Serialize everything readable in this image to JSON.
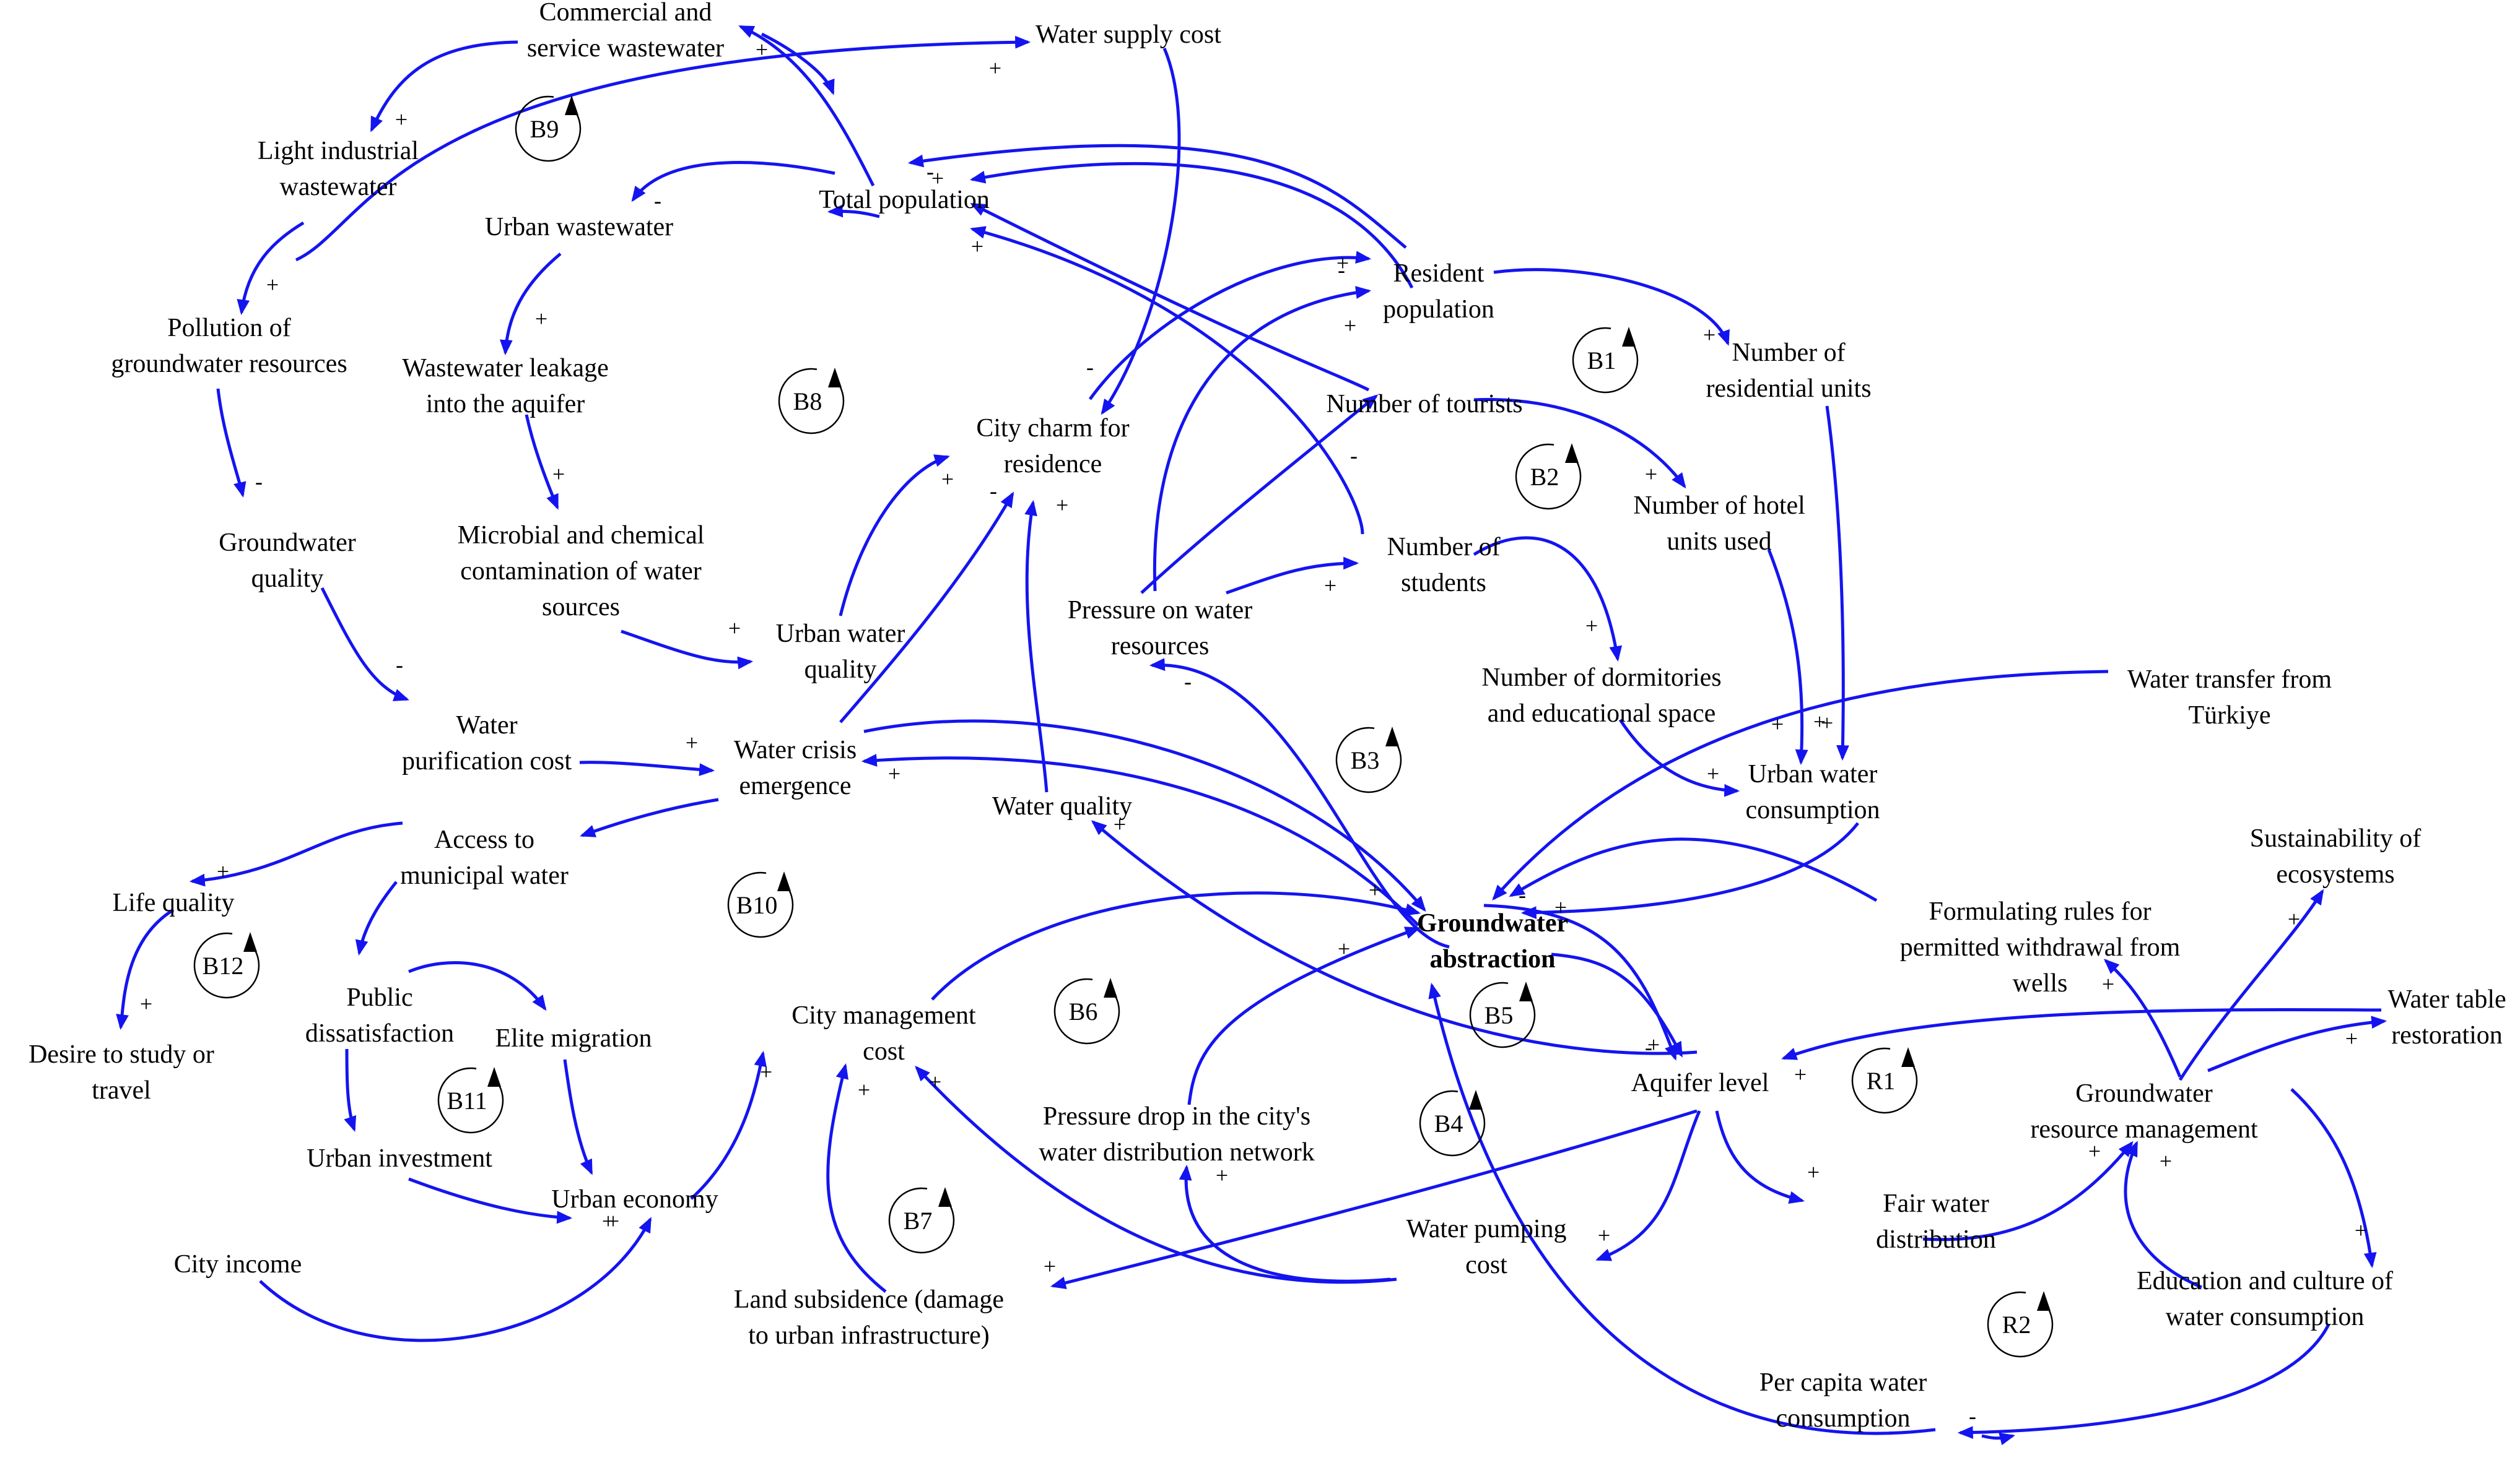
{
  "colors": {
    "arrow": "#1414f0",
    "text": "#000000",
    "background": "#ffffff"
  },
  "nodes": [
    {
      "id": "commercial",
      "lines": [
        "Commercial and",
        "service wastewater"
      ]
    },
    {
      "id": "water-supply-cost",
      "lines": [
        "Water supply cost"
      ]
    },
    {
      "id": "light-industrial",
      "lines": [
        "Light industrial",
        "wastewater"
      ]
    },
    {
      "id": "total-population",
      "lines": [
        "Total population"
      ]
    },
    {
      "id": "urban-wastewater",
      "lines": [
        "Urban wastewater"
      ]
    },
    {
      "id": "resident-population",
      "lines": [
        "Resident",
        "population"
      ]
    },
    {
      "id": "pollution-gw",
      "lines": [
        "Pollution of",
        "groundwater resources"
      ]
    },
    {
      "id": "wastewater-leakage",
      "lines": [
        "Wastewater leakage",
        "into the aquifer"
      ]
    },
    {
      "id": "number-residential-units",
      "lines": [
        "Number of",
        "residential units"
      ]
    },
    {
      "id": "number-tourists",
      "lines": [
        "Number of tourists"
      ]
    },
    {
      "id": "city-charm",
      "lines": [
        "City charm for",
        "residence"
      ]
    },
    {
      "id": "number-hotel-units",
      "lines": [
        "Number of hotel",
        "units used"
      ]
    },
    {
      "id": "groundwater-quality",
      "lines": [
        "Groundwater",
        "quality"
      ]
    },
    {
      "id": "microbial",
      "lines": [
        "Microbial and chemical",
        "contamination of water",
        "sources"
      ]
    },
    {
      "id": "number-students",
      "lines": [
        "Number of",
        "students"
      ]
    },
    {
      "id": "pressure-water-resources",
      "lines": [
        "Pressure on water",
        "resources"
      ]
    },
    {
      "id": "urban-water-quality",
      "lines": [
        "Urban water",
        "quality"
      ]
    },
    {
      "id": "dormitories",
      "lines": [
        "Number of dormitories",
        "and educational space"
      ]
    },
    {
      "id": "water-transfer",
      "lines": [
        "Water transfer from",
        "Türkiye"
      ]
    },
    {
      "id": "water-purification-cost",
      "lines": [
        "Water",
        "purification cost"
      ]
    },
    {
      "id": "water-crisis",
      "lines": [
        "Water crisis",
        "emergence"
      ]
    },
    {
      "id": "urban-water-consumption",
      "lines": [
        "Urban water",
        "consumption"
      ]
    },
    {
      "id": "water-quality",
      "lines": [
        "Water quality"
      ]
    },
    {
      "id": "access-municipal",
      "lines": [
        "Access to",
        "municipal water"
      ]
    },
    {
      "id": "sustainability",
      "lines": [
        "Sustainability of",
        "ecosystems"
      ]
    },
    {
      "id": "life-quality",
      "lines": [
        "Life quality"
      ]
    },
    {
      "id": "formulating-rules",
      "lines": [
        "Formulating rules for",
        "permitted withdrawal from",
        "wells"
      ]
    },
    {
      "id": "groundwater-abstraction",
      "lines": [
        "Groundwater",
        "abstraction"
      ],
      "bold": true
    },
    {
      "id": "public-dissatisfaction",
      "lines": [
        "Public",
        "dissatisfaction"
      ]
    },
    {
      "id": "elite-migration",
      "lines": [
        "Elite migration"
      ]
    },
    {
      "id": "city-management-cost",
      "lines": [
        "City management",
        "cost"
      ]
    },
    {
      "id": "water-table-restoration",
      "lines": [
        "Water table",
        "restoration"
      ]
    },
    {
      "id": "desire-study",
      "lines": [
        "Desire to study or",
        "travel"
      ]
    },
    {
      "id": "aquifer-level",
      "lines": [
        "Aquifer level"
      ]
    },
    {
      "id": "gw-resource-management",
      "lines": [
        "Groundwater",
        "resource management"
      ]
    },
    {
      "id": "pressure-drop",
      "lines": [
        "Pressure drop in the city's",
        "water distribution network"
      ]
    },
    {
      "id": "urban-investment",
      "lines": [
        "Urban investment"
      ]
    },
    {
      "id": "urban-economy",
      "lines": [
        "Urban economy"
      ]
    },
    {
      "id": "fair-water",
      "lines": [
        "Fair water",
        "distribution"
      ]
    },
    {
      "id": "water-pumping-cost",
      "lines": [
        "Water pumping",
        "cost"
      ]
    },
    {
      "id": "city-income",
      "lines": [
        "City income"
      ]
    },
    {
      "id": "education-culture",
      "lines": [
        "Education and culture of",
        "water consumption"
      ]
    },
    {
      "id": "land-subsidence",
      "lines": [
        "Land subsidence (damage",
        "to urban infrastructure)"
      ]
    },
    {
      "id": "per-capita",
      "lines": [
        "Per capita water",
        "consumption"
      ]
    }
  ],
  "loops": [
    {
      "id": "B9",
      "label": "B9"
    },
    {
      "id": "B8",
      "label": "B8"
    },
    {
      "id": "B1",
      "label": "B1"
    },
    {
      "id": "B2",
      "label": "B2"
    },
    {
      "id": "B3",
      "label": "B3"
    },
    {
      "id": "B10",
      "label": "B10"
    },
    {
      "id": "B12",
      "label": "B12"
    },
    {
      "id": "B6",
      "label": "B6"
    },
    {
      "id": "B5",
      "label": "B5"
    },
    {
      "id": "B11",
      "label": "B11"
    },
    {
      "id": "B4",
      "label": "B4"
    },
    {
      "id": "R1",
      "label": "R1"
    },
    {
      "id": "B7",
      "label": "B7"
    },
    {
      "id": "R2",
      "label": "R2"
    }
  ],
  "edges": [
    {
      "id": "e1",
      "sign": "+"
    },
    {
      "id": "e2",
      "sign": "+"
    },
    {
      "id": "e3",
      "sign": "+"
    },
    {
      "id": "e4",
      "sign": "+"
    },
    {
      "id": "e5",
      "sign": "-"
    },
    {
      "id": "e6",
      "sign": "-"
    },
    {
      "id": "e7",
      "sign": "-"
    },
    {
      "id": "e8",
      "sign": "+"
    },
    {
      "id": "e9",
      "sign": "+"
    },
    {
      "id": "e10",
      "sign": "+"
    },
    {
      "id": "e11",
      "sign": "-"
    },
    {
      "id": "e12",
      "sign": "+"
    },
    {
      "id": "e13",
      "sign": "+"
    },
    {
      "id": "e14",
      "sign": "+"
    },
    {
      "id": "e15",
      "sign": "+"
    },
    {
      "id": "e16",
      "sign": "+"
    },
    {
      "id": "e17",
      "sign": "+"
    },
    {
      "id": "e18",
      "sign": "-"
    },
    {
      "id": "e19",
      "sign": "-"
    },
    {
      "id": "e20",
      "sign": "+"
    },
    {
      "id": "e21",
      "sign": "-"
    },
    {
      "id": "e22",
      "sign": "+"
    },
    {
      "id": "e23",
      "sign": "+"
    },
    {
      "id": "e24",
      "sign": "+"
    },
    {
      "id": "e25",
      "sign": "+"
    },
    {
      "id": "e26",
      "sign": "+"
    },
    {
      "id": "e27",
      "sign": "-"
    },
    {
      "id": "e28",
      "sign": "+"
    },
    {
      "id": "e29",
      "sign": "+"
    },
    {
      "id": "e30",
      "sign": "+"
    },
    {
      "id": "e31",
      "sign": "+"
    },
    {
      "id": "e32",
      "sign": "+"
    },
    {
      "id": "e33",
      "sign": "-"
    },
    {
      "id": "e34",
      "sign": "+"
    },
    {
      "id": "e35",
      "sign": "+"
    },
    {
      "id": "e36",
      "sign": "+"
    },
    {
      "id": "e37",
      "sign": "+"
    },
    {
      "id": "e38",
      "sign": "+"
    },
    {
      "id": "e39",
      "sign": "+"
    },
    {
      "id": "e40",
      "sign": "-"
    },
    {
      "id": "e41",
      "sign": "+"
    },
    {
      "id": "e42",
      "sign": "+"
    },
    {
      "id": "e43",
      "sign": "+"
    },
    {
      "id": "e44",
      "sign": "+"
    },
    {
      "id": "e45",
      "sign": "+"
    },
    {
      "id": "e46",
      "sign": "+"
    },
    {
      "id": "e47",
      "sign": "+"
    },
    {
      "id": "e48",
      "sign": "+"
    },
    {
      "id": "e49",
      "sign": "+"
    },
    {
      "id": "e50",
      "sign": "+"
    },
    {
      "id": "e51",
      "sign": "-"
    },
    {
      "id": "e52",
      "sign": "+"
    },
    {
      "id": "e53",
      "sign": "+"
    },
    {
      "id": "e54",
      "sign": "+"
    },
    {
      "id": "e55",
      "sign": "+"
    },
    {
      "id": "e56",
      "sign": "+"
    },
    {
      "id": "e57",
      "sign": "+"
    },
    {
      "id": "e58",
      "sign": "+"
    },
    {
      "id": "e59",
      "sign": "+"
    },
    {
      "id": "e60",
      "sign": "+"
    },
    {
      "id": "e61",
      "sign": "+"
    },
    {
      "id": "e62",
      "sign": "-"
    },
    {
      "id": "e63",
      "sign": "+"
    },
    {
      "id": "e64",
      "sign": "+"
    },
    {
      "id": "e65",
      "sign": "+"
    },
    {
      "id": "e66",
      "sign": "-"
    },
    {
      "id": "e67",
      "sign": "+"
    },
    {
      "id": "e68",
      "sign": "+"
    }
  ]
}
